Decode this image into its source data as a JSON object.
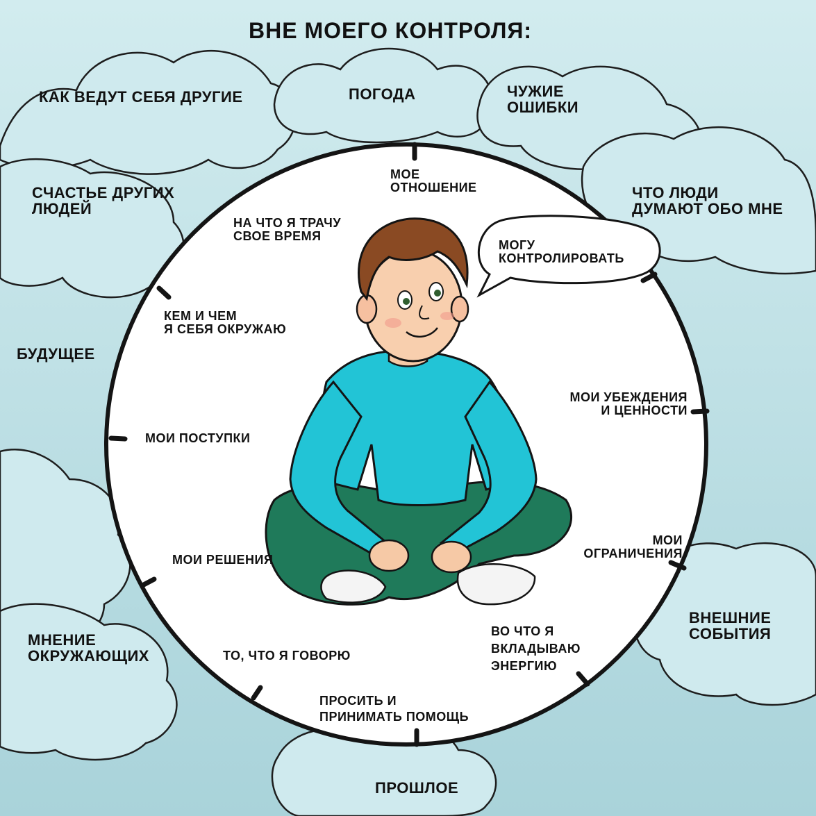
{
  "title": "ВНЕ МОЕГО КОНТРОЛЯ:",
  "speech_bubble": "МОГУ\nКОНТРОЛИРОВАТЬ",
  "outside": {
    "how_others_behave": "КАК ВЕДУТ СЕБЯ ДРУГИЕ",
    "weather": "ПОГОДА",
    "others_mistakes": "ЧУЖИЕ\nОШИБКИ",
    "others_happiness": "СЧАСТЬЕ ДРУГИХ\nЛЮДЕЙ",
    "what_people_think": "ЧТО ЛЮДИ\nДУМАЮТ ОБО МНЕ",
    "future": "БУДУЩЕЕ",
    "external_events": "ВНЕШНИЕ\nСОБЫТИЯ",
    "others_opinion": "МНЕНИЕ\nОКРУЖАЮЩИХ",
    "past": "ПРОШЛОЕ"
  },
  "inside": {
    "my_attitude": "МОЕ\nОТНОШЕНИЕ",
    "time": "НА ЧТО Я ТРАЧУ\nСВОЕ ВРЕМЯ",
    "surroundings": "КЕМ И ЧЕМ\nЯ СЕБЯ ОКРУЖАЮ",
    "beliefs": "МОИ УБЕЖДЕНИЯ\nИ ЦЕННОСТИ",
    "actions": "МОИ ПОСТУПКИ",
    "limits": "МОИ\nОГРАНИЧЕНИЯ",
    "decisions": "МОИ РЕШЕНИЯ",
    "energy": "ВО ЧТО Я\nВКЛАДЫВАЮ\nЭНЕРГИЮ",
    "speech": "ТО, ЧТО Я ГОВОРЮ",
    "help": "ПРОСИТЬ И\nПРИНИМАТЬ ПОМОЩЬ"
  }
}
